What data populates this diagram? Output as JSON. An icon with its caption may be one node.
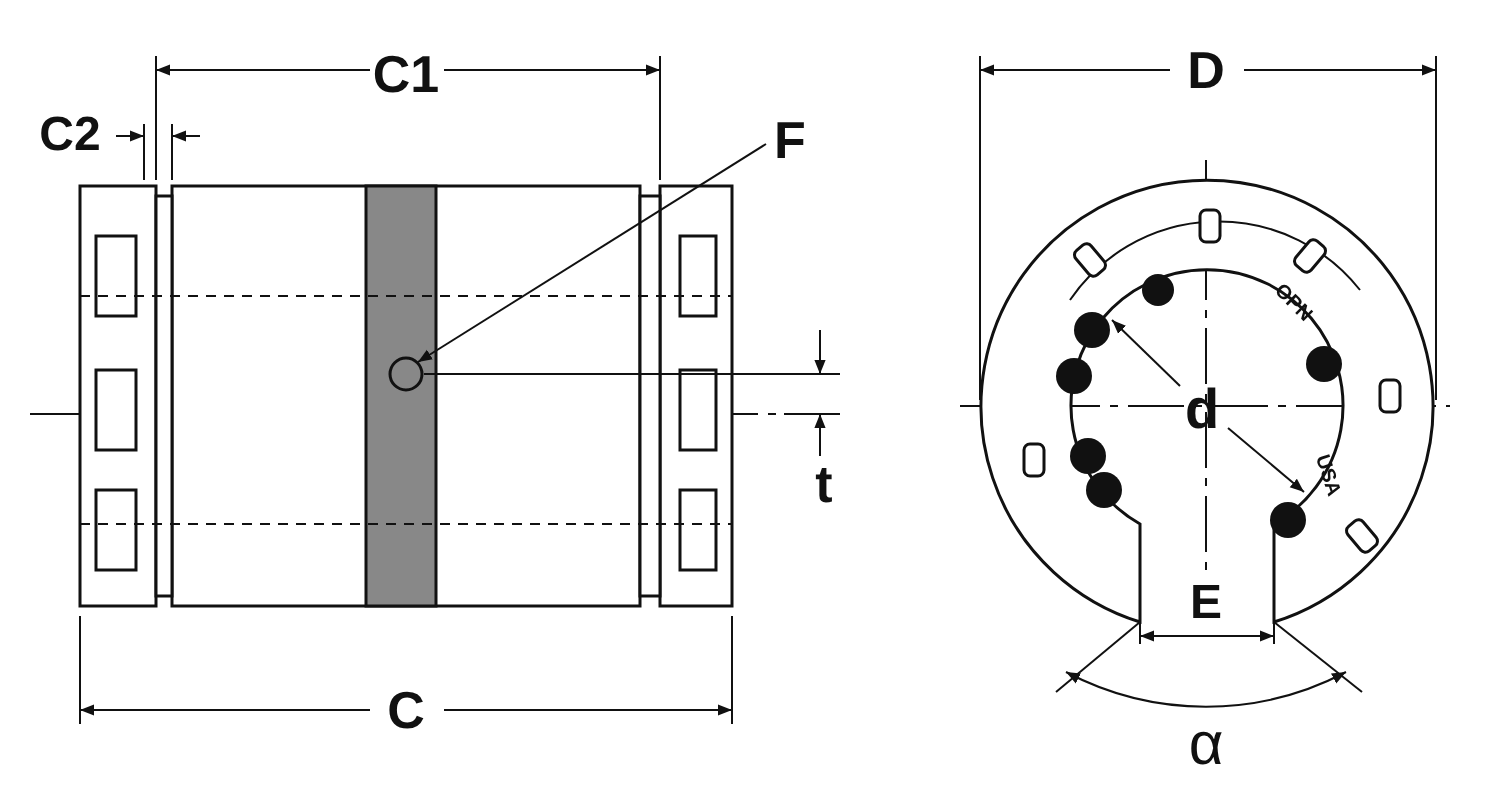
{
  "diagram": {
    "nodes": [
      {
        "text": [
          "F"
        ]
      },
      {
        "text": [],
        "shape": "circle"
      }
    ],
    "edges": [
      {
        "from": 0,
        "to": 1,
        "arrow": "to"
      }
    ],
    "labels": [
      "C1",
      "D",
      "C2",
      "OPN",
      "d",
      "t",
      "USA",
      "E",
      "C",
      "α"
    ]
  }
}
